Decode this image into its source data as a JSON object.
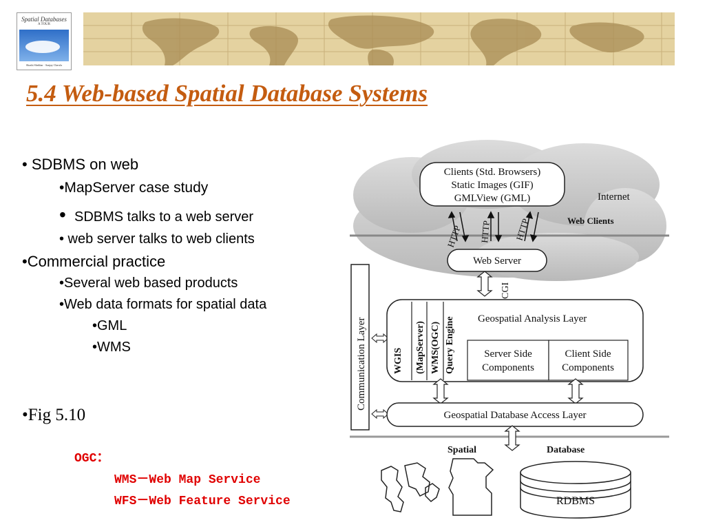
{
  "header": {
    "book_cover": {
      "title": "Spatial Databases",
      "subtitle": "A TOUR",
      "authors": "Shashi Shekhar · Sanjay Chawla"
    }
  },
  "slide": {
    "title": "5.4 Web-based Spatial Database Systems",
    "bullets": [
      "• SDBMS on web",
      "•MapServer case study",
      "•",
      "SDBMS talks to a web server",
      "• web server talks to web clients",
      "•Commercial practice",
      "•Several web based products",
      "•Web data formats for spatial data",
      "•GML",
      "•WMS",
      "•Fig 5.10"
    ],
    "note": {
      "heading": "OGC：",
      "lines": [
        "WMS－Web Map Service",
        "WFS－Web Feature Service"
      ]
    }
  },
  "figure": {
    "clients_box": [
      "Clients (Std. Browsers)",
      "Static Images (GIF)",
      "GMLView (GML)"
    ],
    "internet_label": "Internet",
    "web_clients_label": "Web Clients",
    "http_label": "HTTP",
    "web_server": "Web Server",
    "cgi_label": "CGI",
    "communication_layer": "Communication Layer",
    "vertical_labels": [
      "WGIS",
      "(MapServer)",
      "WMS(OGC)",
      "Query Engine"
    ],
    "analysis_layer": "Geospatial Analysis Layer",
    "server_side": [
      "Server Side",
      "Components"
    ],
    "client_side": [
      "Client Side",
      "Components"
    ],
    "access_layer": "Geospatial Database Access Layer",
    "spatial_label": "Spatial",
    "database_label": "Database",
    "rdbms": "RDBMS"
  }
}
